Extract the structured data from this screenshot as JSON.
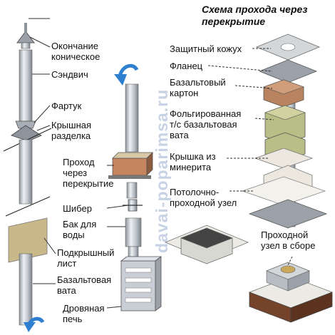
{
  "title": "Схема прохода через\nперекрытие",
  "watermark": "davai-poparimsa.ru",
  "left_labels": {
    "ending": "Окончание\nконическое",
    "sandwich": "Сэндвич",
    "apron": "Фартук",
    "roof_cut": "Крышная\nразделка",
    "passage": "Проход\nчерез\nперекрытие",
    "damper": "Шибер",
    "water_tank": "Бак для\nводы",
    "roof_sheet": "Подкрышный\nлист",
    "basalt_wool": "Базальтовая\nвата",
    "wood_stove": "Дровяная\nпечь"
  },
  "right_labels": {
    "cover": "Защитный кожух",
    "flange": "Фланец",
    "basalt_cardboard": "Базальтовый\nкартон",
    "foil_wool": "Фольгированная\nт/с базальтовая\nвата",
    "minerite_lid": "Крышка из\nминерита",
    "ceiling_unit": "Потолочно-\nпроходной узел",
    "assembled_unit": "Проходной\nузел в сборе"
  },
  "colors": {
    "steel": "#c9ced4",
    "steel_dark": "#8d949b",
    "insulation": "#c9b98a",
    "basalt_board": "#b9835f",
    "foil_wool": "#b9bd86",
    "minerite": "#ece8e0",
    "brick": "#74432a",
    "arrow": "#2f7fd0"
  }
}
